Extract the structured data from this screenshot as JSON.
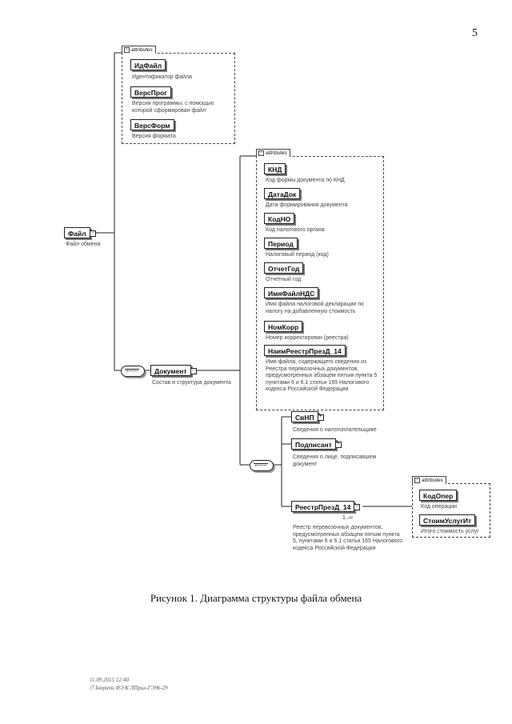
{
  "page": {
    "number": "5"
  },
  "diagram": {
    "attributes_label": "attributes",
    "root": {
      "name": "Файл",
      "desc": "Файл обмена"
    },
    "file_attributes": [
      {
        "name": "ИдФайл",
        "desc": "Идентификатор файла"
      },
      {
        "name": "ВерсПрог",
        "desc": "Версия программы, с помощью которой сформирован файл"
      },
      {
        "name": "ВерсФорм",
        "desc": "Версия формата"
      }
    ],
    "document": {
      "name": "Документ",
      "desc": "Состав и структура документа"
    },
    "document_attributes": [
      {
        "name": "КНД",
        "desc": "Код формы документа по КНД"
      },
      {
        "name": "ДатаДок",
        "desc": "Дата формирования документа"
      },
      {
        "name": "КодНО",
        "desc": "Код налогового органа"
      },
      {
        "name": "Период",
        "desc": "Налоговый период (код)"
      },
      {
        "name": "ОтчетГод",
        "desc": "Отчетный год"
      },
      {
        "name": "ИмяФайлНДС",
        "desc": "Имя файла налоговой декларации по налогу на добавленную стоимость"
      },
      {
        "name": "НомКорр",
        "desc": "Номер корректировки (реестра)"
      },
      {
        "name": "НаимРеестрПрезД_14",
        "desc": "Имя файла, содержащего сведения из Реестра перевозочных документов, предусмотренных абзацем пятым пункта 5 пунктами 6 и 6.1 статьи 165 Налогового кодекса Российской Федерации"
      }
    ],
    "children": [
      {
        "name": "СвНП",
        "desc": "Сведения о налогоплательщике"
      },
      {
        "name": "Подписант",
        "desc": "Сведения о лице, подписавшем документ"
      },
      {
        "name": "РеестрПрезД_14",
        "desc": "Реестр перевозочных документов, предусмотренных абзацем пятым пункта 5, пунктами 6 и 6.1 статьи 165 Налогового кодекса Российской Федерации",
        "cardinality": "1..∞"
      }
    ],
    "registry_attributes": [
      {
        "name": "КодОпер",
        "desc": "Код операции"
      },
      {
        "name": "СтоимУслугИт",
        "desc": "Итого стоимость услуг"
      }
    ]
  },
  "caption": "Рисунок 1. Диаграмма структуры файла обмена",
  "footer": {
    "line1": "11.09.2015 12:40",
    "line2": "/7 Інприпи ФЭ К ЛПрил-ГЭ96-29"
  }
}
